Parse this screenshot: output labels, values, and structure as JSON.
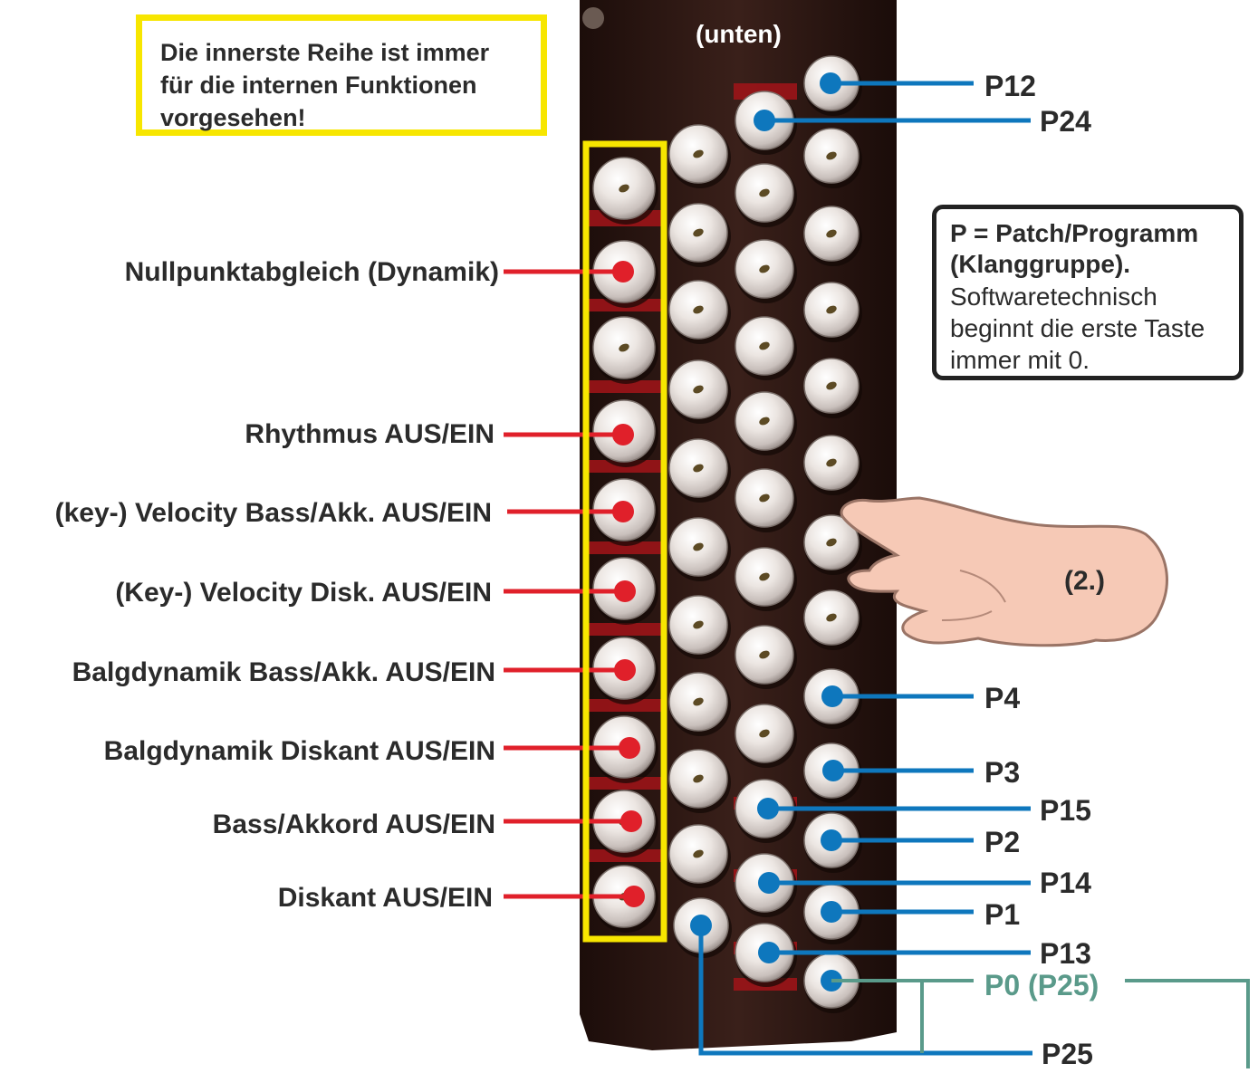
{
  "note": {
    "lines": [
      "Die innerste Reihe ist immer",
      "für die internen Funktionen",
      "vorgesehen!"
    ]
  },
  "top_label": "(unten)",
  "info": {
    "bold_lines": [
      "P = Patch/Programm",
      "(Klanggruppe)."
    ],
    "lines": [
      "Softwaretechnisch",
      "beginnt die erste Taste",
      "immer mit 0."
    ]
  },
  "hand_label": "(2.)",
  "function_labels": [
    "Nullpunktabgleich (Dynamik)",
    "Rhythmus AUS/EIN",
    "(key-) Velocity Bass/Akk. AUS/EIN",
    "(Key-) Velocity Disk. AUS/EIN",
    "Balgdynamik Bass/Akk. AUS/EIN",
    "Balgdynamik Diskant AUS/EIN",
    "Bass/Akkord AUS/EIN",
    "Diskant AUS/EIN"
  ],
  "patch_labels": {
    "p12": "P12",
    "p24": "P24",
    "p4": "P4",
    "p3": "P3",
    "p15": "P15",
    "p2": "P2",
    "p14": "P14",
    "p1": "P1",
    "p13": "P13",
    "p0": "P0 (P25)",
    "p25": "P25"
  },
  "colors": {
    "red_marker": "#e0202a",
    "blue_marker": "#0e77bd",
    "teal_line": "#5a9a8a",
    "yellow_frame": "#f7e600",
    "panel": "#2b1612"
  }
}
